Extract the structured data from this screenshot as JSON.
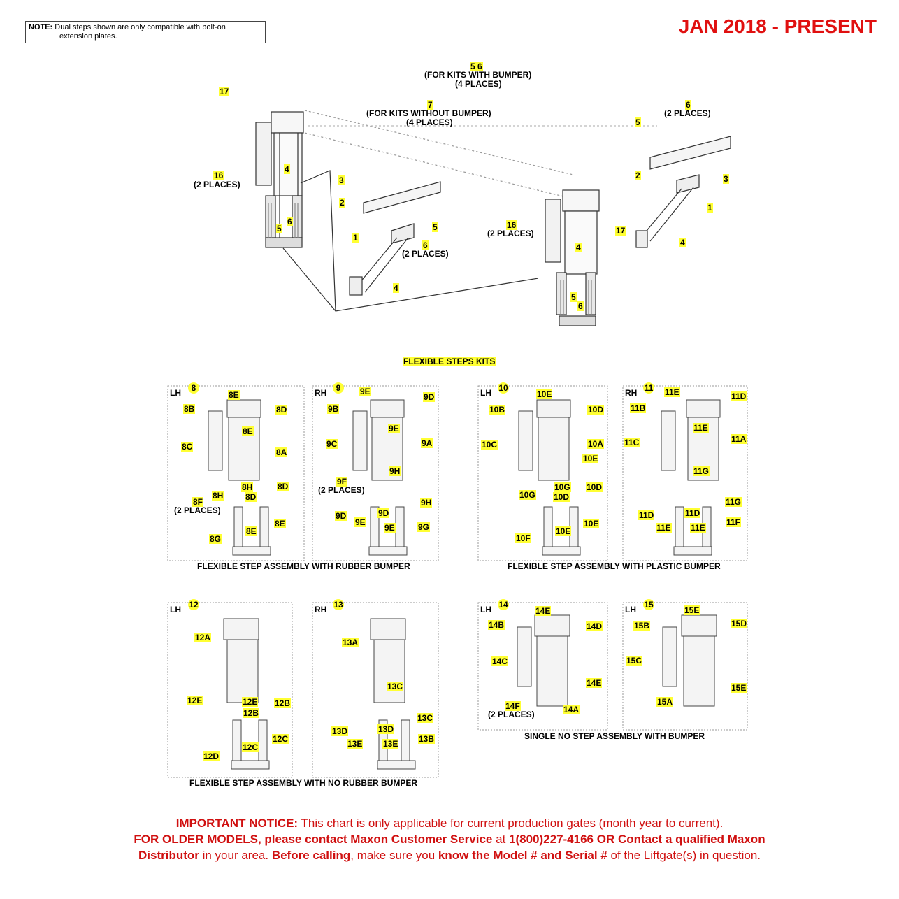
{
  "note": {
    "label": "NOTE:",
    "line1": "Dual steps shown are only compatible with bolt-on",
    "line2": "extension plates."
  },
  "date_range": "JAN 2018 - PRESENT",
  "section_title": "FLEXIBLE STEPS KITS",
  "top_callouts": {
    "c56": "5  6",
    "c56_note1": "(FOR KITS WITH BUMPER)",
    "c56_note2": "(4 PLACES)",
    "c7": "7",
    "c7_note1": "(FOR KITS WITHOUT BUMPER)",
    "c7_note2": "(4 PLACES)",
    "left_17": "17",
    "left_16": "16",
    "left_16_note": "(2 PLACES)",
    "left_4": "4",
    "left_5": "5",
    "left_6": "6",
    "lm_3": "3",
    "lm_2": "2",
    "lm_5": "5",
    "lm_6": "6",
    "lm_6_note": "(2 PLACES)",
    "lm_1": "1",
    "lm_4": "4",
    "rm_16": "16",
    "rm_16_note": "(2 PLACES)",
    "rm_17": "17",
    "rm_4": "4",
    "rm_5": "5",
    "rm_6": "6",
    "r_6": "6",
    "r_6_note": "(2 PLACES)",
    "r_5": "5",
    "r_2": "2",
    "r_3": "3",
    "r_1": "1",
    "r_4": "4"
  },
  "kits": {
    "k8": {
      "side": "LH",
      "num": "8",
      "labels": [
        "8E",
        "8B",
        "8D",
        "8E",
        "8C",
        "8A",
        "8H",
        "8D",
        "8H",
        "8D",
        "8F",
        "(2 PLACES)",
        "8E",
        "8E",
        "8G"
      ]
    },
    "k9": {
      "side": "RH",
      "num": "9",
      "labels": [
        "9E",
        "9D",
        "9B",
        "9E",
        "9A",
        "9C",
        "9H",
        "9F",
        "(2 PLACES)",
        "9H",
        "9D",
        "9D",
        "9E",
        "9E",
        "9G"
      ]
    },
    "k10": {
      "side": "LH",
      "num": "10",
      "labels": [
        "10E",
        "10B",
        "10D",
        "10A",
        "10C",
        "10E",
        "10G",
        "10G",
        "10D",
        "10D",
        "10E",
        "10E",
        "10F"
      ]
    },
    "k11": {
      "side": "RH",
      "num": "11",
      "labels": [
        "11E",
        "11D",
        "11B",
        "11E",
        "11A",
        "11C",
        "11G",
        "11G",
        "11D",
        "11D",
        "11E",
        "11E",
        "11F"
      ]
    },
    "k12": {
      "side": "LH",
      "num": "12",
      "labels": [
        "12A",
        "12E",
        "12E",
        "12B",
        "12B",
        "12C",
        "12C",
        "12D"
      ]
    },
    "k13": {
      "side": "RH",
      "num": "13",
      "labels": [
        "13A",
        "13C",
        "13C",
        "13D",
        "13D",
        "13E",
        "13E",
        "13B"
      ]
    },
    "k14": {
      "side": "LH",
      "num": "14",
      "labels": [
        "14E",
        "14B",
        "14D",
        "14C",
        "14E",
        "14F",
        "(2 PLACES)",
        "14A"
      ]
    },
    "k15": {
      "side": "LH",
      "num": "15",
      "labels": [
        "15E",
        "15B",
        "15D",
        "15C",
        "15E",
        "15A"
      ]
    }
  },
  "captions": {
    "rubber": "FLEXIBLE STEP ASSEMBLY WITH RUBBER BUMPER",
    "plastic": "FLEXIBLE STEP ASSEMBLY WITH PLASTIC BUMPER",
    "no_rubber": "FLEXIBLE STEP ASSEMBLY WITH NO RUBBER BUMPER",
    "single": "SINGLE NO STEP ASSEMBLY WITH BUMPER"
  },
  "notice": {
    "p1_bold": "IMPORTANT NOTICE:",
    "p1_text": " This chart is only applicable for current production gates (month year to current).",
    "p2_bold": "FOR OLDER MODELS, please contact Maxon Customer Service",
    "p2_text": " at ",
    "p2_phone": "1(800)227-4166 OR Contact a qualified Maxon",
    "p3_bold": "Distributor",
    "p3_text1": " in your area. ",
    "p3_bold2": "Before calling",
    "p3_text2": ", make sure you ",
    "p3_bold3": "know the Model # and Serial #",
    "p3_text3": " of the Liftgate(s) in question."
  },
  "colors": {
    "accent_red": "#e01010",
    "highlight": "#ffff33"
  }
}
